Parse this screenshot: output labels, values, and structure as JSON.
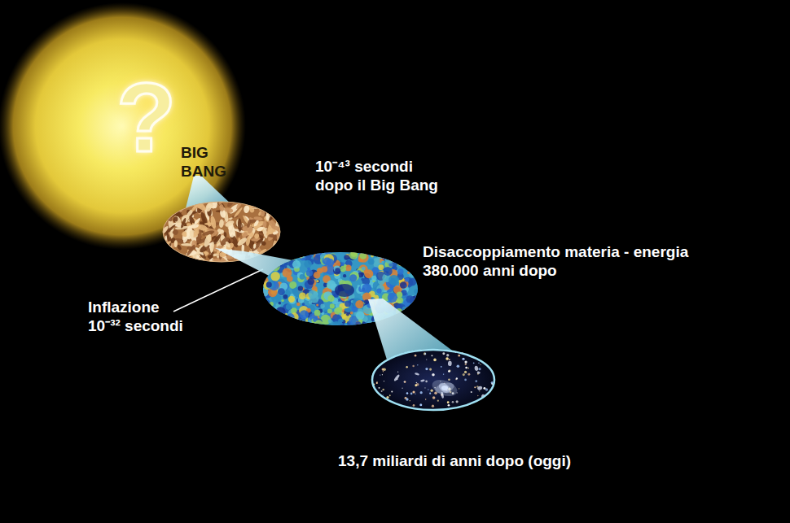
{
  "diagram": {
    "nodes": [
      {
        "text": [
          "?",
          "BIG BANG"
        ]
      },
      {
        "text": [
          "10⁻⁴³ secondi dopo il Big Bang"
        ]
      },
      {
        "text": [
          "Disaccoppiamento materia - energia 380.000 anni dopo"
        ]
      },
      {
        "text": [
          "13,7 miliardi di anni dopo (oggi)"
        ]
      }
    ],
    "labels": [
      "Inflazione 10⁻³² secondi"
    ]
  }
}
